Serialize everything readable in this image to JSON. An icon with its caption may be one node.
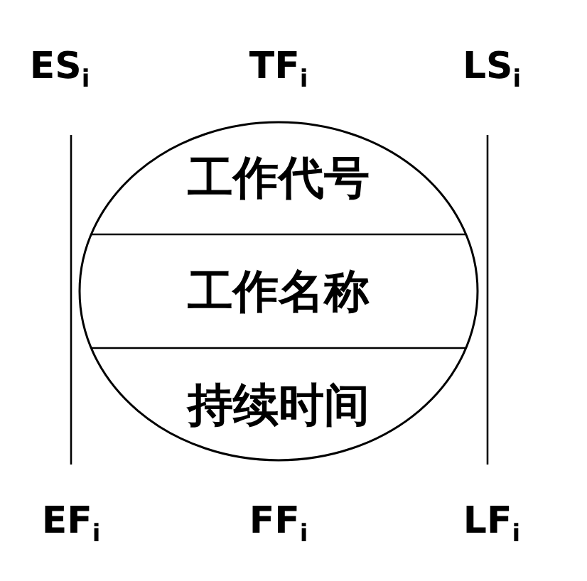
{
  "diagram": {
    "nodes": [
      {
        "text": [
          "工作代号",
          "工作名称",
          "持续时间"
        ]
      }
    ],
    "labels": [
      "ES$_{i}$",
      "TF$_{i}$",
      "LS$_{i}$",
      "EF$_{i}$",
      "FF$_{i}$",
      "LF$_{i}$"
    ]
  }
}
